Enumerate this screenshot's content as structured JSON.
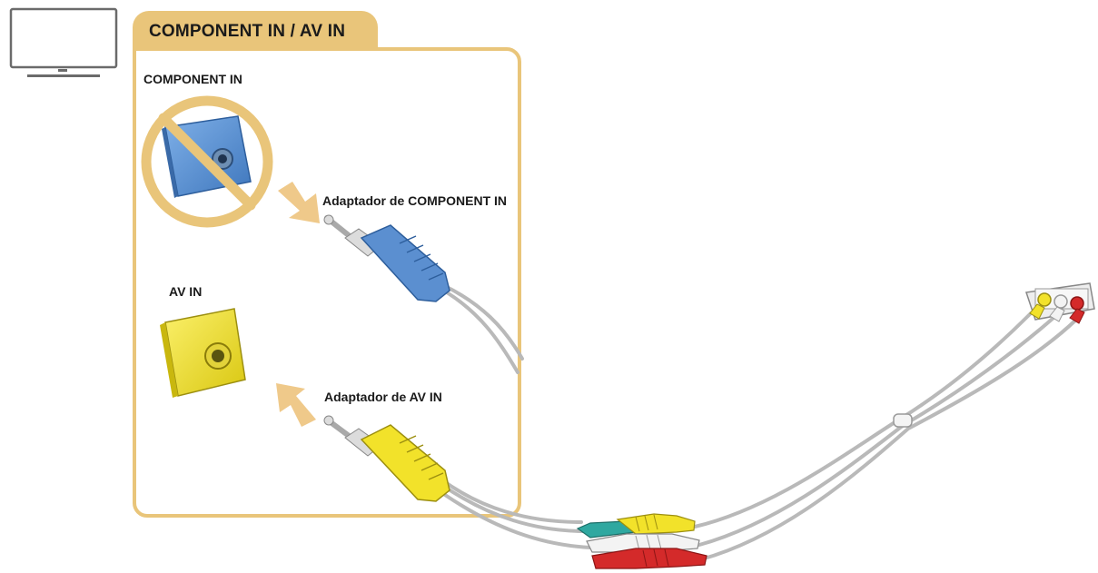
{
  "panel": {
    "title": "COMPONENT IN / AV IN"
  },
  "labels": {
    "component_in": "COMPONENT IN",
    "av_in": "AV IN",
    "adapter_component_in": "Adaptador de COMPONENT IN",
    "adapter_av_in": "Adaptador de AV IN"
  },
  "colors": {
    "panel_border": "#e9c57a",
    "component_jack": "#5b8fd0",
    "av_jack": "#f2e22a",
    "prohibited_ring": "#e9c57a",
    "arrow": "#efc98a",
    "cable_grey": "#b9b9b9",
    "rca_red": "#d42a2a",
    "rca_white": "#f3f3f3",
    "rca_yellow": "#f2e22a",
    "rca_teal": "#2fa8a0"
  },
  "icons": [
    "tv-icon",
    "prohibited-icon",
    "arrow-right-icon",
    "arrow-left-icon"
  ]
}
